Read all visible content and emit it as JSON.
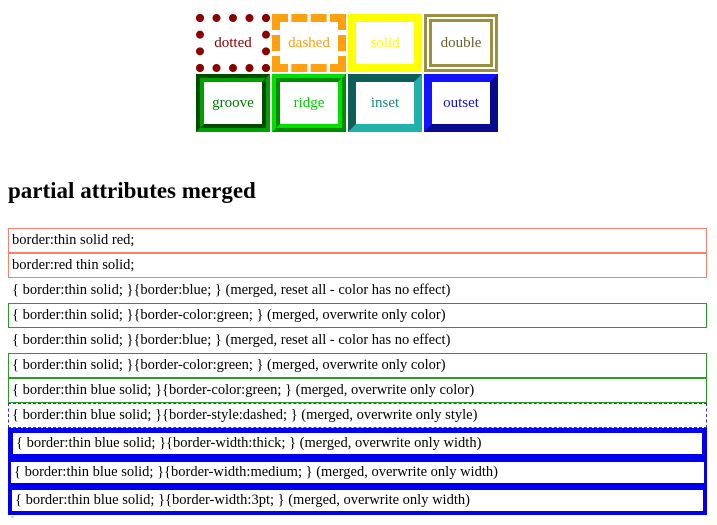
{
  "swatches": {
    "rows": [
      [
        {
          "label": "dotted",
          "style": "dotted",
          "color": "#8b0000"
        },
        {
          "label": "dashed",
          "style": "dashed",
          "color": "#ffa010"
        },
        {
          "label": "solid",
          "style": "solid",
          "color": "#ffff00"
        },
        {
          "label": "double",
          "style": "double",
          "color": "#9a9040"
        }
      ],
      [
        {
          "label": "groove",
          "style": "groove",
          "color": "#00a000"
        },
        {
          "label": "ridge",
          "style": "ridge",
          "color": "#00e000"
        },
        {
          "label": "inset",
          "style": "inset",
          "color": "#20b2aa"
        },
        {
          "label": "outset",
          "style": "outset",
          "color": "#1010e0"
        }
      ]
    ]
  },
  "heading": "partial attributes merged",
  "rows": [
    {
      "text": "border:thin solid red;",
      "border": "thin solid red",
      "color": "#fa8072"
    },
    {
      "text": "border:red thin solid;",
      "border": "thin solid red",
      "color": "#fa8072"
    },
    {
      "text": "{ border:thin solid; }{border:blue; } (merged, reset all - color has no effect)",
      "border": "none",
      "color": "transparent"
    },
    {
      "text": "{ border:thin solid; }{border-color:green; } (merged, overwrite only color)",
      "border": "thin solid green",
      "color": "#2a9b2a"
    },
    {
      "text": "{ border:thin solid; }{border:blue; } (merged, reset all - color has no effect)",
      "border": "none",
      "color": "transparent"
    },
    {
      "text": "{ border:thin solid; }{border-color:green; } (merged, overwrite only color)",
      "border": "thin solid green",
      "color": "#2a9b2a"
    },
    {
      "text": "{ border:thin blue solid; }{border-color:green; } (merged, overwrite only color)",
      "border": "thin solid green",
      "color": "#2a9b2a"
    },
    {
      "text": "{ border:thin blue solid; }{border-style:dashed; } (merged, overwrite only style)",
      "border": "thin dashed blue",
      "color": "#3333cc"
    },
    {
      "text": "{ border:thin blue solid; }{border-width:thick; } (merged, overwrite only width)",
      "border": "thick solid blue",
      "color": "#0000ee"
    },
    {
      "text": "{ border:thin blue solid; }{border-width:medium; } (merged, overwrite only width)",
      "border": "medium solid blue",
      "color": "#0000ee"
    },
    {
      "text": "{ border:thin blue solid; }{border-width:3pt; } (merged, overwrite only width)",
      "border": "3pt solid blue",
      "color": "#0000ee"
    }
  ]
}
